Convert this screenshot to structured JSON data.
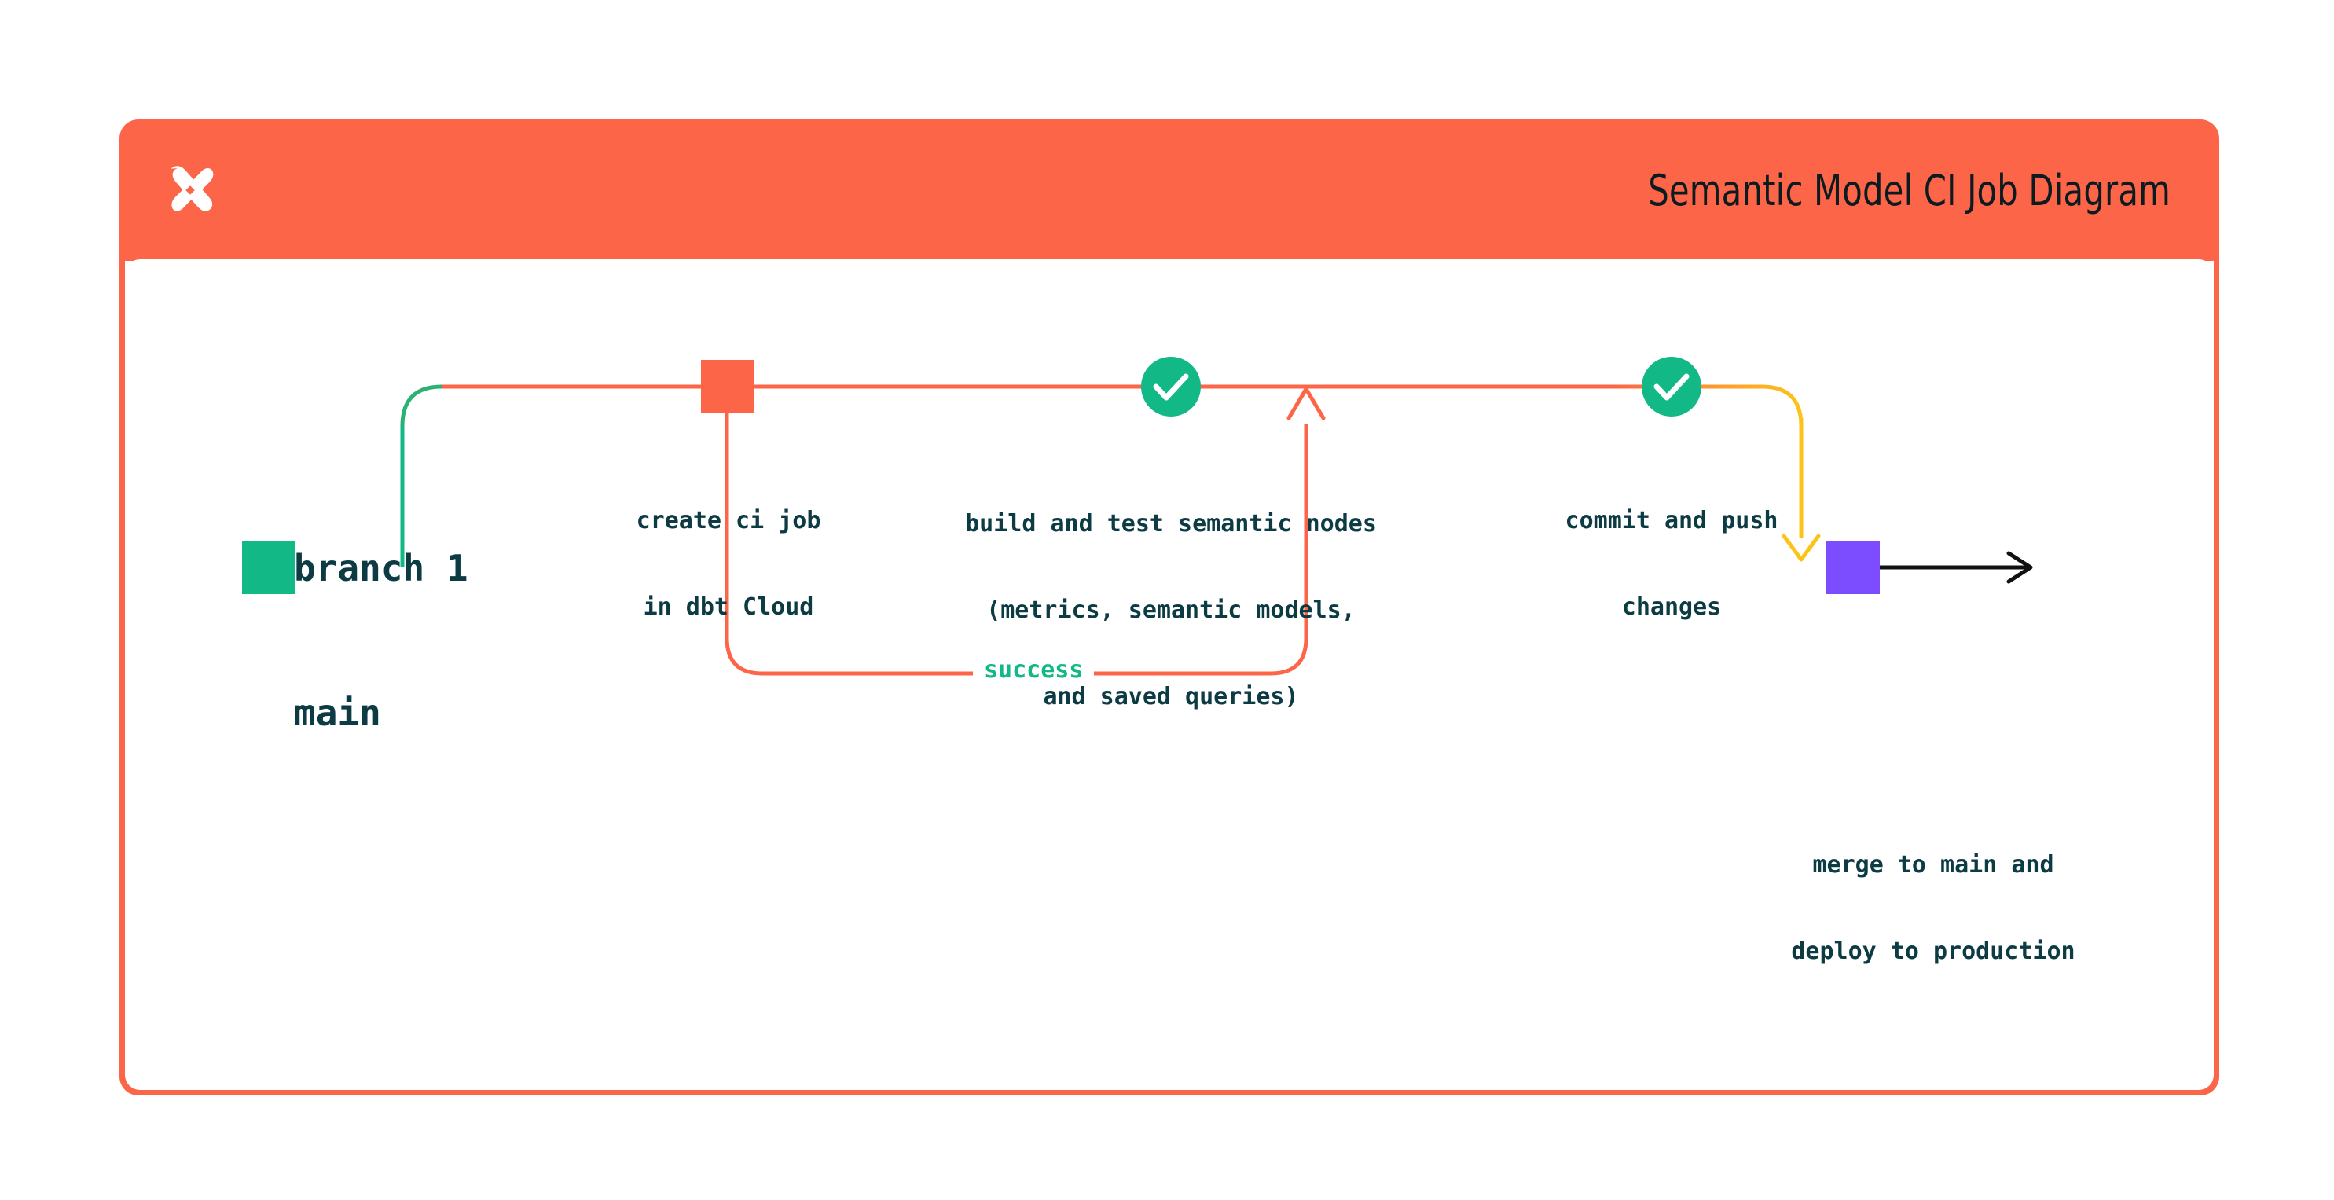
{
  "header": {
    "title": "Semantic Model CI Job Diagram",
    "logo_icon": "dbt-x-logo-icon",
    "background_color": "#FC6548",
    "title_color": "#0b1b20"
  },
  "card": {
    "border_color": "#FC6548",
    "body_background": "#ffffff"
  },
  "colors": {
    "main_branch": "#12B886",
    "ci_branch": "#FC6548",
    "merge_line": "#FCC419",
    "success_text": "#12B886",
    "label_text": "#0d3b44",
    "merge_node": "#7C4DFF",
    "create_node": "#FC6548",
    "main_node": "#12B886",
    "check_circle": "#12B886",
    "final_arrow": "#111111"
  },
  "branches": [
    {
      "name": "branch 1",
      "lane": "top"
    },
    {
      "name": "main",
      "lane": "bottom"
    }
  ],
  "nodes": [
    {
      "id": "create-ci-job",
      "marker": "square",
      "marker_color": "#FC6548",
      "lane": "branch 1",
      "label_lines": [
        "create ci job",
        "in dbt Cloud"
      ]
    },
    {
      "id": "build-and-test",
      "marker": "check-circle",
      "marker_color": "#12B886",
      "lane": "branch 1",
      "label_lines": [
        "build and test semantic nodes",
        "(metrics, semantic models,",
        "and saved queries)"
      ]
    },
    {
      "id": "commit-and-push",
      "marker": "check-circle",
      "marker_color": "#12B886",
      "lane": "branch 1",
      "label_lines": [
        "commit and push",
        "changes"
      ]
    },
    {
      "id": "merge-to-main",
      "marker": "square",
      "marker_color": "#7C4DFF",
      "lane": "main",
      "label_lines": [
        "merge to main and",
        "deploy to production"
      ]
    }
  ],
  "edges": [
    {
      "id": "branch-out",
      "from": "main",
      "to": "branch 1",
      "color_from": "#12B886",
      "color_to": "#FC6548"
    },
    {
      "id": "retry-loop",
      "from": "build-and-test",
      "to": "branch 1",
      "label": "success",
      "color": "#FC6548",
      "arrow": "up"
    },
    {
      "id": "merge-down",
      "from": "commit-and-push",
      "to": "main",
      "color": "#FCC419",
      "arrow": "down"
    },
    {
      "id": "main-continue",
      "from": "merge-to-main",
      "to": "end",
      "color": "#111111",
      "arrow": "right"
    }
  ],
  "labels": {
    "success": "success"
  }
}
